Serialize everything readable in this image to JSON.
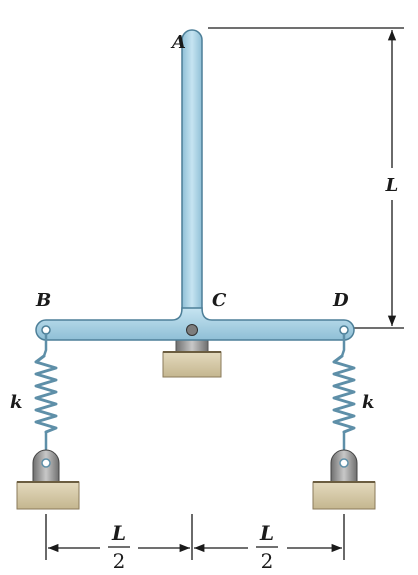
{
  "labels": {
    "point_a": "A",
    "point_b": "B",
    "point_c": "C",
    "point_d": "D",
    "spring_left": "k",
    "spring_right": "k"
  },
  "dimensions": {
    "vertical": "L",
    "left_num": "L",
    "left_den": "2",
    "right_num": "L",
    "right_den": "2"
  },
  "colors": {
    "bar_fill": "#a9d3e6",
    "bar_stroke": "#4d7f98",
    "base_fill": "#d8ccaa",
    "base_dark": "#8a7a5a",
    "spring": "#5e8fa8",
    "support_gray": "#8c8c8c"
  }
}
